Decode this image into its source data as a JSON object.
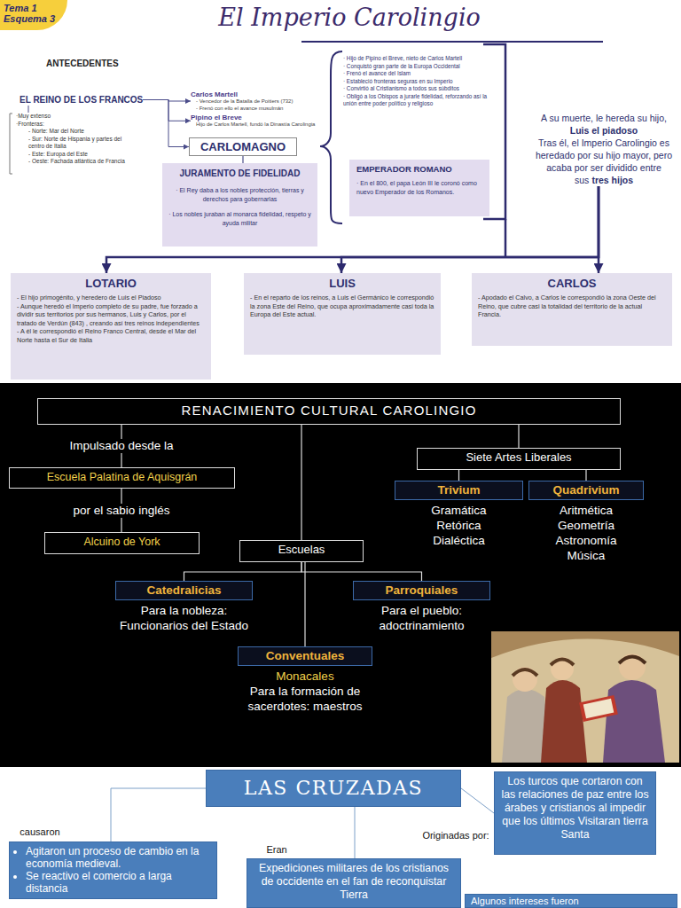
{
  "diagram": {
    "title": "El Imperio Carolingio",
    "nodes": [
      {
        "text": [
          "Tema 1 Esquema 3"
        ]
      },
      {
        "text": [
          "EL REINO DE LOS FRANCOS"
        ]
      },
      {
        "text": [
          "·Muy extenso",
          "·Fronteras:",
          "- Norte: Mar del Norte",
          "- Sur: Norte de Hispania y partes del centro de Italia",
          "- Este: Europa del Este",
          "- Oeste: Fachada atlántica de Francia"
        ]
      },
      {
        "text": [
          "Carlos Martell",
          "- Vencedor de la Batalla de Poitiers (732)",
          "- Frenó con ello el avance musulmán"
        ]
      },
      {
        "text": [
          "Pipino el Breve",
          "Hijo de Carlos Martell, fundó la Dinastía Carolingia"
        ]
      },
      {
        "text": [
          "CARLOMAGNO"
        ]
      },
      {
        "text": [
          "JURAMENTO DE FIDELIDAD",
          "· El Rey daba a los nobles protección, tierras y derechos para gobernarlas",
          "· Los nobles juraban al monarca fidelidad, respeto y ayuda militar"
        ]
      },
      {
        "text": [
          "· Hijo de Pipino el Breve, nieto de Carlos Martell",
          "· Conquistó gran parte de la Europa Occidental",
          "· Frenó el avance del Islam",
          "· Estableció fronteras seguras en su Imperio",
          "· Convirtió al Cristianismo a todos sus súbditos",
          "· Obligó a los Obispos a jurarle fidelidad, reforzando así la unión entre poder político y religioso"
        ]
      },
      {
        "text": [
          "EMPERADOR ROMANO",
          "· En el 800, el papa León III le coronó como nuevo Emperador de los Romanos."
        ]
      },
      {
        "text": [
          "A su muerte, le hereda su hijo,",
          "Luis el piadoso",
          "Tras él, el Imperio Carolingio es heredado por su hijo mayor, pero acaba por ser dividido entre sus",
          "tres hijos"
        ]
      },
      {
        "text": [
          "LOTARIO",
          "- El hijo primogénito, y heredero de Luis el Piadoso",
          "- Aunque heredó el Imperio completo de su padre, fue forzado a dividir sus territorios por sus hermanos, Luis y Carlos, por el tratado de Verdún (843) , creando así tres reinos independientes",
          "- A él le correspondió el Reino Franco Central, desde el Mar del Norte hasta el Sur de Italia"
        ]
      },
      {
        "text": [
          "LUIS",
          "- En el reparto de los reinos, a Luis el Germánico le correspondió la zona Este del Reino, que ocupa aproximadamente casi toda la Europa del Este actual."
        ]
      },
      {
        "text": [
          "CARLOS",
          "- Apodado el Calvo, a Carlos le correspondió la zona Oeste del Reino, que cubre casi la totalidad del territorio de la actual Francia."
        ]
      },
      {
        "text": [
          "RENACIMIENTO CULTURAL CAROLINGIO"
        ]
      },
      {
        "text": [
          "Escuela Palatina de Aquisgrán"
        ]
      },
      {
        "text": [
          "Alcuino de York"
        ]
      },
      {
        "text": [
          "Siete Artes Liberales"
        ]
      },
      {
        "text": [
          "Trivium",
          "Gramática",
          "Retórica",
          "Dialéctica"
        ]
      },
      {
        "text": [
          "Quadrivium",
          "Aritmética",
          "Geometría",
          "Astronomía",
          "Música"
        ]
      },
      {
        "text": [
          "Escuelas"
        ]
      },
      {
        "text": [
          "Catedralicias",
          "Para la nobleza: Funcionarios del Estado"
        ]
      },
      {
        "text": [
          "Parroquiales",
          "Para el pueblo: adoctrinamiento"
        ]
      },
      {
        "text": [
          "Conventuales",
          "Monacales",
          "Para la formación de sacerdotes: maestros"
        ]
      },
      {
        "text": [
          "LAS CRUZADAS"
        ]
      },
      {
        "text": [
          "Los turcos que cortaron con las relaciones de paz entre los árabes y cristianos al impedir que los últimos Visitaran tierra Santa"
        ]
      },
      {
        "text": [
          "Agitaron un proceso de cambio en la economía medieval.",
          "Se reactivo el comercio a larga distancia"
        ]
      },
      {
        "text": [
          "Expediciones militares de los cristianos de occidente en el fan de reconquistar Tierra"
        ]
      },
      {
        "text": [
          "Algunos intereses fueron"
        ]
      }
    ],
    "edges": [
      {
        "from": 1,
        "to": 3,
        "arrow": "to"
      },
      {
        "from": 1,
        "to": 4,
        "arrow": "to"
      },
      {
        "from": 1,
        "to": 5,
        "arrow": "to"
      },
      {
        "from": 1,
        "to": 2,
        "arrow": "none"
      },
      {
        "from": 5,
        "to": 6,
        "arrow": "none"
      },
      {
        "from": 9,
        "to": 10,
        "arrow": "to"
      },
      {
        "from": 9,
        "to": 11,
        "arrow": "to"
      },
      {
        "from": 9,
        "to": 12,
        "arrow": "to"
      },
      {
        "from": 13,
        "to": 14,
        "label": "Impulsado desde la",
        "arrow": "none"
      },
      {
        "from": 14,
        "to": 15,
        "label": "por el sabio inglés",
        "arrow": "none"
      },
      {
        "from": 13,
        "to": 16,
        "arrow": "none"
      },
      {
        "from": 16,
        "to": 17,
        "arrow": "none"
      },
      {
        "from": 16,
        "to": 18,
        "arrow": "none"
      },
      {
        "from": 13,
        "to": 19,
        "arrow": "none"
      },
      {
        "from": 19,
        "to": 20,
        "arrow": "none"
      },
      {
        "from": 19,
        "to": 21,
        "arrow": "none"
      },
      {
        "from": 19,
        "to": 22,
        "arrow": "none"
      },
      {
        "from": 23,
        "to": 24,
        "label": "Originadas por:",
        "arrow": "none"
      },
      {
        "from": 23,
        "to": 25,
        "label": "causaron",
        "arrow": "none"
      },
      {
        "from": 23,
        "to": 26,
        "label": "Eran",
        "arrow": "none"
      }
    ],
    "labels": [
      "ANTECEDENTES"
    ]
  }
}
